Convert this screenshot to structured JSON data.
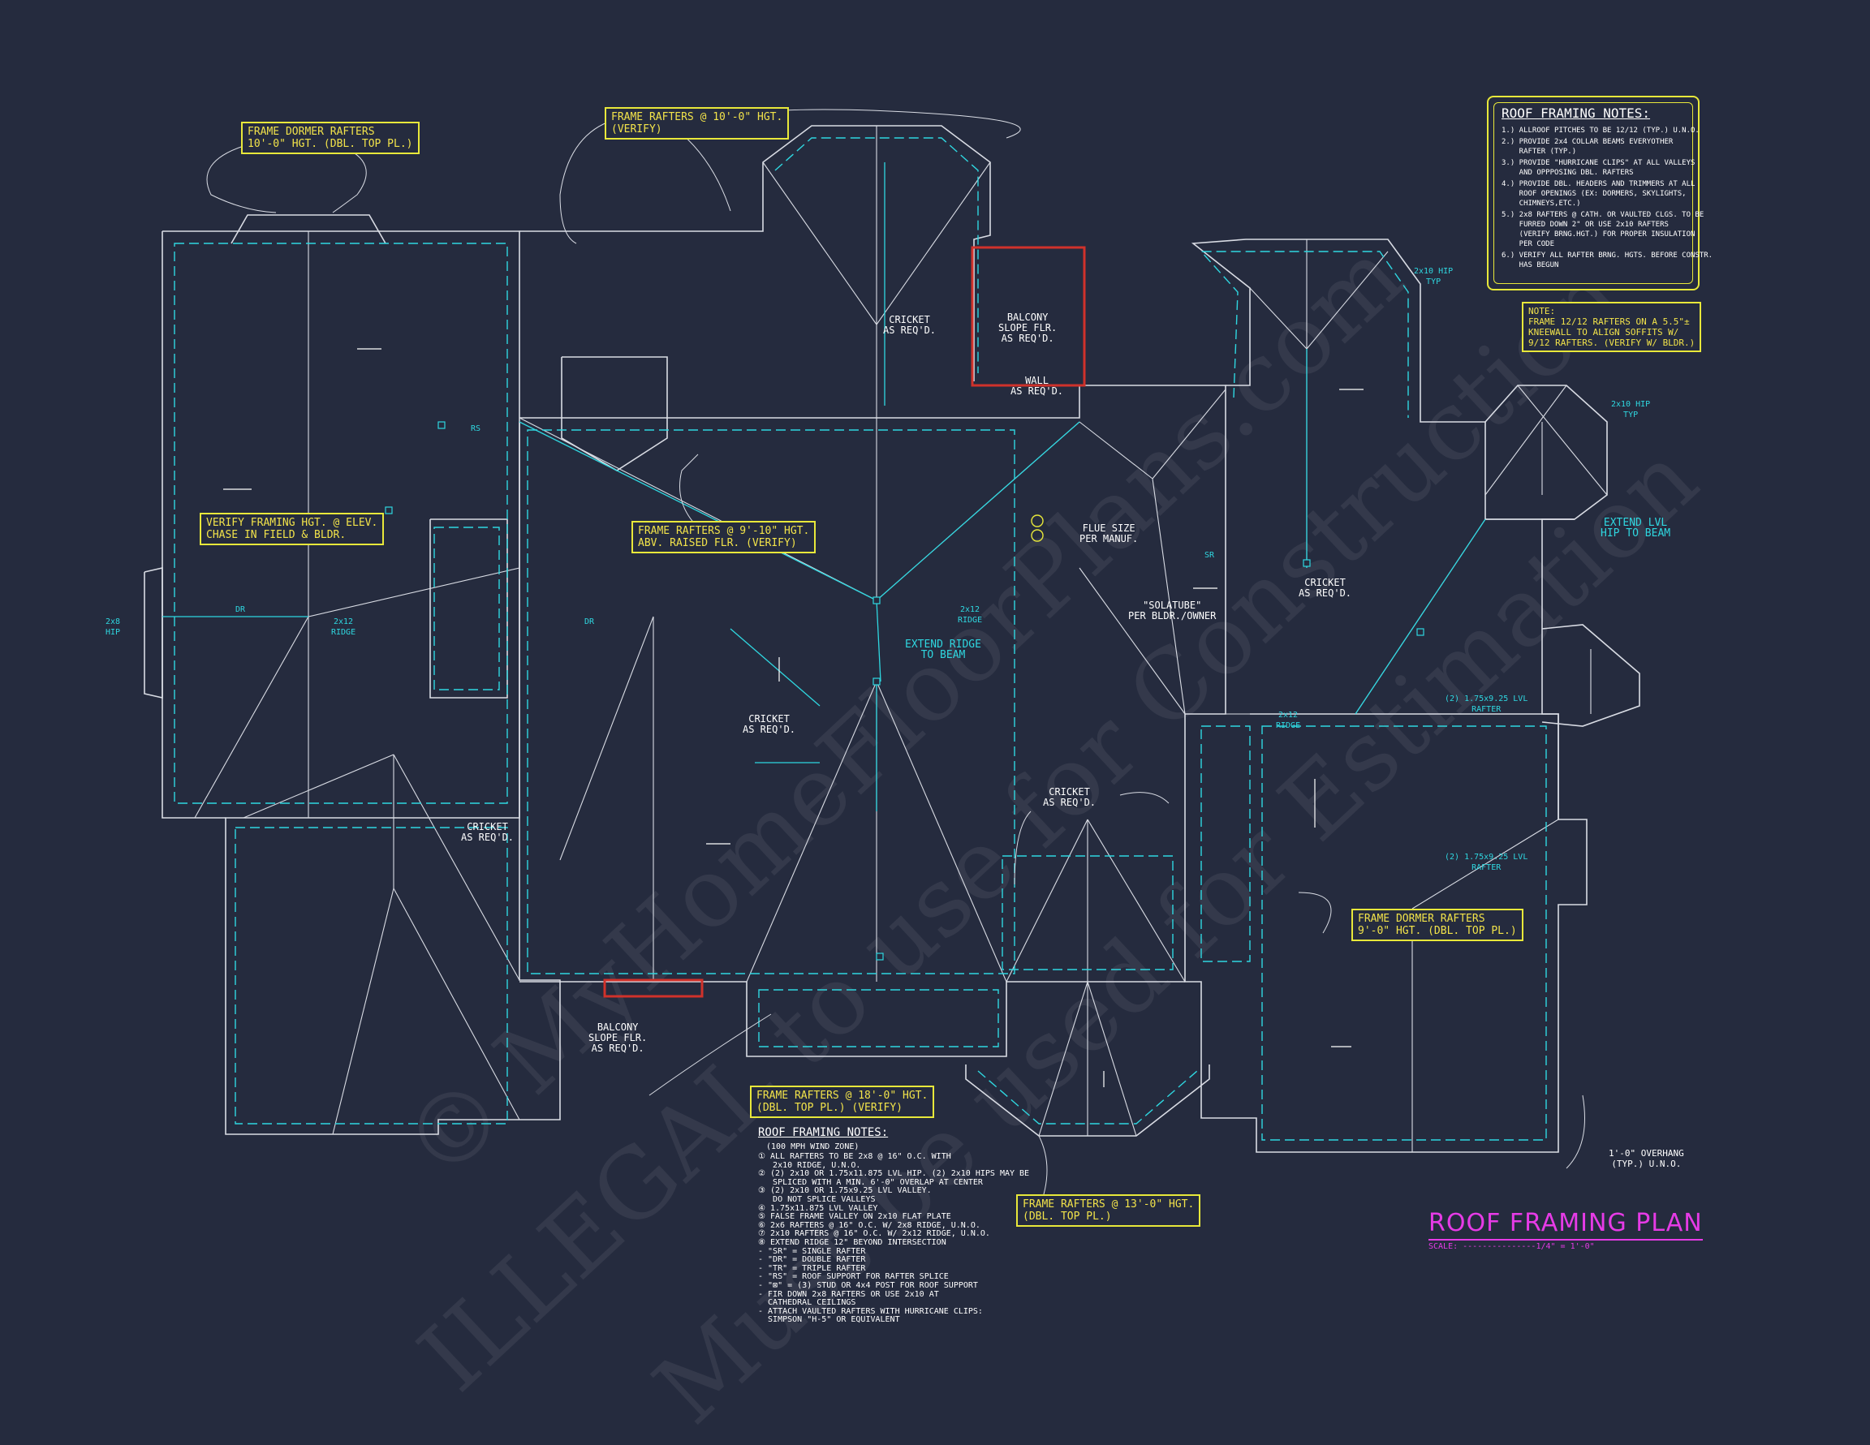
{
  "drawing": {
    "title": "ROOF FRAMING PLAN",
    "scale": "SCALE: ---------------1/4\" = 1'-0\"",
    "colors": {
      "background": "#252b3e",
      "walls": "#d9dce4",
      "framing": "#2fd7e0",
      "callouts": "#e8e83a",
      "title": "#e63be6",
      "balcony": "#d0322b"
    }
  },
  "watermarks": [
    "© MyHomeFloorPlans.com",
    "ILLEGAL to use for Construction",
    "Must be used for Estimation"
  ],
  "notes_top": {
    "heading": "ROOF FRAMING NOTES:",
    "items": [
      "1.) ALLROOF PITCHES TO BE 12/12 (TYP.) U.N.O.",
      "2.) PROVIDE 2x4 COLLAR BEAMS EVERYOTHER\n    RAFTER (TYP.)",
      "3.) PROVIDE \"HURRICANE CLIPS\" AT ALL VALLEYS\n    AND OPPPOSING DBL. RAFTERS",
      "4.) PROVIDE DBL. HEADERS AND TRIMMERS AT ALL\n    ROOF OPENINGS (EX: DORMERS, SKYLIGHTS,\n    CHIMNEYS,ETC.)",
      "5.) 2x8 RAFTERS @ CATH. OR VAULTED CLGS. TO BE\n    FURRED DOWN 2\" OR USE 2x10 RAFTERS\n    (VERIFY BRNG.HGT.) FOR PROPER INSULATION\n    PER CODE",
      "6.) VERIFY ALL RAFTER BRNG. HGTS. BEFORE CONSTR.\n    HAS BEGUN"
    ]
  },
  "note_small": "NOTE:\nFRAME 12/12 RAFTERS ON A 5.5\"±\nKNEEWALL TO ALIGN SOFFITS W/\n9/12 RAFTERS. (VERIFY W/ BLDR.)",
  "callouts": {
    "dormer_top": "FRAME DORMER RAFTERS\n10'-0\" HGT. (DBL. TOP PL.)",
    "rafters_top": "FRAME RAFTERS @ 10'-0\" HGT.\n(VERIFY)",
    "verify_chase": "VERIFY FRAMING HGT. @ ELEV.\nCHASE IN FIELD & BLDR.",
    "raised_flr": "FRAME RAFTERS @ 9'-10\" HGT.\nABV. RAISED FLR. (VERIFY)",
    "rafters_18": "FRAME RAFTERS @ 18'-0\" HGT.\n(DBL. TOP PL.) (VERIFY)",
    "rafters_13": "FRAME RAFTERS @ 13'-0\" HGT.\n(DBL. TOP PL.)",
    "dormer_right": "FRAME DORMER RAFTERS\n9'-0\" HGT. (DBL. TOP PL.)"
  },
  "labels": {
    "balcony_top": "BALCONY\nSLOPE FLR.\nAS REQ'D.",
    "wall_as_reqd": "WALL\nAS REQ'D.",
    "cricket_top": "CRICKET\nAS REQ'D.",
    "flue": "FLUE SIZE\nPER MANUF.",
    "solatube": "\"SOLATUBE\"\nPER BLDR./OWNER",
    "cricket_right": "CRICKET\nAS REQ'D.",
    "extend_ridge": "EXTEND RIDGE\nTO BEAM",
    "cricket_mid": "CRICKET\nAS REQ'D.",
    "cricket_left": "CRICKET\nAS REQ'D.",
    "cricket_low": "CRICKET\nAS REQ'D.",
    "balcony_bottom": "BALCONY\nSLOPE FLR.\nAS REQ'D.",
    "extend_lvl": "EXTEND LVL\nHIP TO BEAM",
    "lvl_rafter_top": "(2) 1.75x9.25 LVL\nRAFTER",
    "lvl_rafter_bot": "(2) 1.75x9.25 LVL\nRAFTER",
    "overhang": "1'-0\" OVERHANG\n(TYP.) U.N.O.",
    "hip_left": "2x8\nHIP",
    "hip_2x10_typ": "2x10 HIP\nTYP",
    "hip_2x10_typ2": "2x10 HIP\nTYP",
    "ridge_2x12_a": "2x12\nRIDGE",
    "ridge_2x12_b": "2x12\nRIDGE",
    "ridge_2x12_c": "2x12\nRIDGE",
    "rs": "RS",
    "dr": "DR",
    "sr": "SR"
  },
  "notes_bottom": {
    "heading": "ROOF FRAMING NOTES:",
    "sub": "(100 MPH WIND ZONE)",
    "items": [
      "① ALL RAFTERS TO BE 2x8 @ 16\" O.C. WITH",
      "   2x10 RIDGE, U.N.O.",
      "② (2) 2x10 OR 1.75x11.875 LVL HIP. (2) 2x10 HIPS MAY BE",
      "   SPLICED WITH A MIN. 6'-0\" OVERLAP AT CENTER",
      "③ (2) 2x10 OR 1.75x9.25 LVL VALLEY.",
      "   DO NOT SPLICE VALLEYS",
      "④ 1.75x11.875 LVL VALLEY",
      "⑤ FALSE FRAME VALLEY ON 2x10 FLAT PLATE",
      "⑥ 2x6 RAFTERS @ 16\" O.C. W/ 2x8 RIDGE, U.N.O.",
      "⑦ 2x10 RAFTERS @ 16\" O.C. W/ 2x12 RIDGE, U.N.O.",
      "⑧ EXTEND RIDGE 12\" BEYOND INTERSECTION",
      "- \"SR\" = SINGLE RAFTER",
      "- \"DR\" = DOUBLE RAFTER",
      "- \"TR\" = TRIPLE RAFTER",
      "- \"RS\" = ROOF SUPPORT FOR RAFTER SPLICE",
      "- \"⊠\" = (3) STUD OR 4x4 POST FOR ROOF SUPPORT",
      "- FIR DOWN 2x8 RAFTERS OR USE 2x10 AT",
      "  CATHEDRAL CEILINGS",
      "- ATTACH VAULTED RAFTERS WITH HURRICANE CLIPS:",
      "  SIMPSON \"H-5\" OR EQUIVALENT"
    ]
  }
}
